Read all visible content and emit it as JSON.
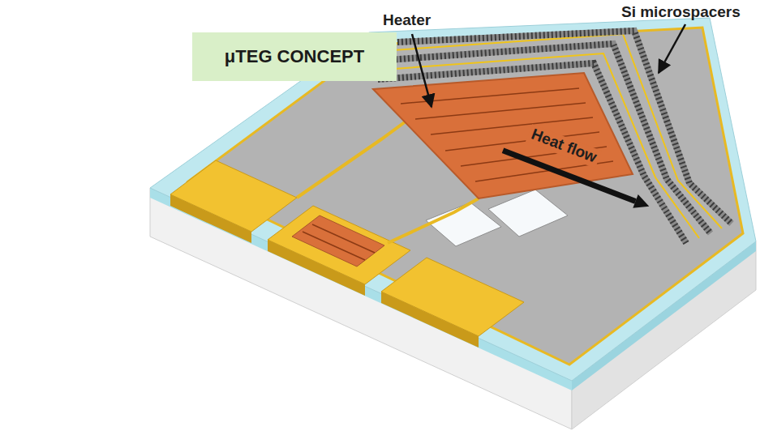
{
  "diagram": {
    "nodes": [
      {
        "text": [
          "μTEG CONCEPT"
        ]
      }
    ],
    "labels": [
      "Heater",
      "Si microspacers",
      "Heat flow"
    ]
  }
}
